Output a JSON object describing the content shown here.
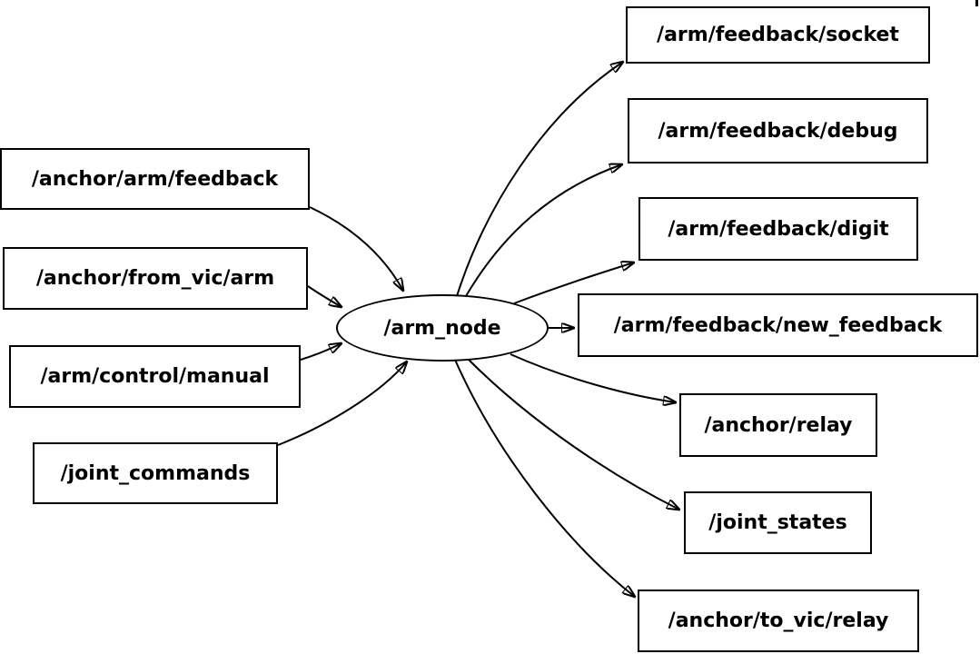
{
  "colors": {
    "background": "#ffffff",
    "stroke": "#000000",
    "text": "#000000",
    "node_fill": "#ffffff"
  },
  "graph": {
    "center_node": {
      "label": "/arm_node"
    },
    "input_topics": [
      {
        "label": "/anchor/arm/feedback"
      },
      {
        "label": "/anchor/from_vic/arm"
      },
      {
        "label": "/arm/control/manual"
      },
      {
        "label": "/joint_commands"
      }
    ],
    "output_topics": [
      {
        "label": "/arm/feedback/socket"
      },
      {
        "label": "/arm/feedback/debug"
      },
      {
        "label": "/arm/feedback/digit"
      },
      {
        "label": "/arm/feedback/new_feedback"
      },
      {
        "label": "/anchor/relay"
      },
      {
        "label": "/joint_states"
      },
      {
        "label": "/anchor/to_vic/relay"
      }
    ],
    "edges": [
      {
        "from": "/anchor/arm/feedback",
        "to": "/arm_node"
      },
      {
        "from": "/anchor/from_vic/arm",
        "to": "/arm_node"
      },
      {
        "from": "/arm/control/manual",
        "to": "/arm_node"
      },
      {
        "from": "/joint_commands",
        "to": "/arm_node"
      },
      {
        "from": "/arm_node",
        "to": "/arm/feedback/socket"
      },
      {
        "from": "/arm_node",
        "to": "/arm/feedback/debug"
      },
      {
        "from": "/arm_node",
        "to": "/arm/feedback/digit"
      },
      {
        "from": "/arm_node",
        "to": "/arm/feedback/new_feedback"
      },
      {
        "from": "/arm_node",
        "to": "/anchor/relay"
      },
      {
        "from": "/arm_node",
        "to": "/joint_states"
      },
      {
        "from": "/arm_node",
        "to": "/anchor/to_vic/relay"
      }
    ]
  }
}
